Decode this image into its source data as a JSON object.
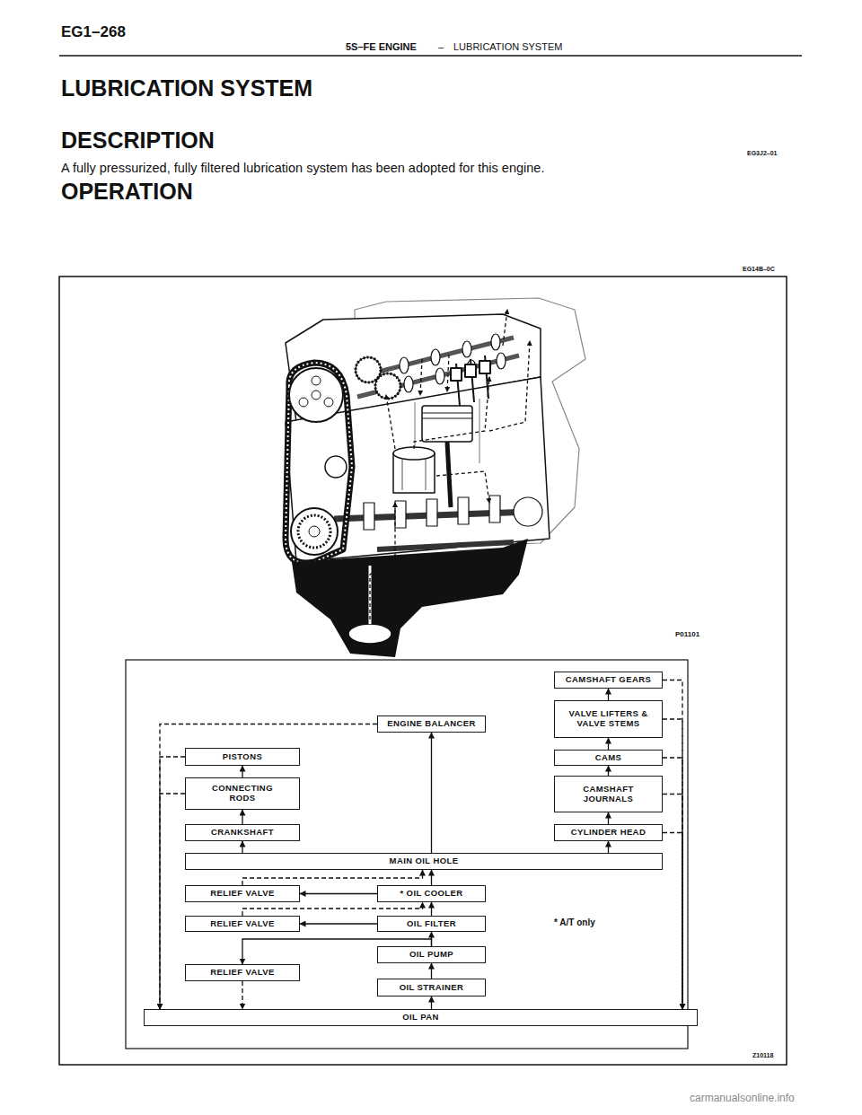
{
  "diagram": {
    "title": "LUBRICATION SYSTEM",
    "nodes": [
      {
        "text": [
          "CAMSHAFT GEARS"
        ]
      },
      {
        "text": [
          "ENGINE BALANCER"
        ]
      },
      {
        "text": [
          "VALVE LIFTERS & VALVE STEMS"
        ]
      },
      {
        "text": [
          "PISTONS"
        ]
      },
      {
        "text": [
          "CAMS"
        ]
      },
      {
        "text": [
          "CONNECTING RODS"
        ]
      },
      {
        "text": [
          "CAMSHAFT JOURNALS"
        ]
      },
      {
        "text": [
          "CRANKSHAFT"
        ]
      },
      {
        "text": [
          "CYLINDER HEAD"
        ]
      },
      {
        "text": [
          "MAIN OIL HOLE"
        ]
      },
      {
        "text": [
          "RELIEF VALVE"
        ]
      },
      {
        "text": [
          "* OIL COOLER"
        ]
      },
      {
        "text": [
          "RELIEF VALVE"
        ]
      },
      {
        "text": [
          "OIL FILTER"
        ]
      },
      {
        "text": [
          "OIL PUMP"
        ]
      },
      {
        "text": [
          "RELIEF VALVE"
        ]
      },
      {
        "text": [
          "OIL STRAINER"
        ]
      },
      {
        "text": [
          "OIL PAN"
        ]
      }
    ],
    "edges": [
      {
        "from": 17,
        "to": 16,
        "arrow": "to"
      },
      {
        "from": 16,
        "to": 14,
        "arrow": "to"
      },
      {
        "from": 14,
        "to": 13,
        "arrow": "to"
      },
      {
        "from": 14,
        "to": 15,
        "arrow": "to"
      },
      {
        "from": 15,
        "to": 17,
        "arrow": "to"
      },
      {
        "from": 13,
        "to": 12,
        "arrow": "to"
      },
      {
        "from": 12,
        "to": 11,
        "arrow": "to"
      },
      {
        "from": 13,
        "to": 11,
        "arrow": "to"
      },
      {
        "from": 11,
        "to": 10,
        "arrow": "to"
      },
      {
        "from": 10,
        "to": 9,
        "arrow": "to"
      },
      {
        "from": 11,
        "to": 9,
        "arrow": "to"
      },
      {
        "from": 9,
        "to": 7,
        "arrow": "to"
      },
      {
        "from": 7,
        "to": 5,
        "arrow": "to"
      },
      {
        "from": 5,
        "to": 3,
        "arrow": "to"
      },
      {
        "from": 9,
        "to": 1,
        "arrow": "to"
      },
      {
        "from": 9,
        "to": 8,
        "arrow": "to"
      },
      {
        "from": 8,
        "to": 6,
        "arrow": "to"
      },
      {
        "from": 6,
        "to": 4,
        "arrow": "to"
      },
      {
        "from": 4,
        "to": 2,
        "arrow": "to"
      },
      {
        "from": 2,
        "to": 0,
        "arrow": "to"
      },
      {
        "from": 3,
        "to": 17,
        "arrow": "to"
      },
      {
        "from": 5,
        "to": 17,
        "arrow": "to"
      },
      {
        "from": 1,
        "to": 17,
        "arrow": "to"
      },
      {
        "from": 0,
        "to": 17,
        "arrow": "to"
      },
      {
        "from": 2,
        "to": 17,
        "arrow": "to"
      },
      {
        "from": 4,
        "to": 17,
        "arrow": "to"
      },
      {
        "from": 6,
        "to": 17,
        "arrow": "to"
      },
      {
        "from": 8,
        "to": 17,
        "arrow": "to"
      }
    ],
    "labels": [
      "EG1–268",
      "5S–FE ENGINE",
      "–",
      "LUBRICATION SYSTEM",
      "DESCRIPTION",
      "A fully pressurized, fully filtered lubrication system has been adopted for this engine.",
      "OPERATION",
      "EG3J2–01",
      "EG14B–0C",
      "P01101",
      "* A/T only",
      "Z10118",
      "carmanualsonline.info"
    ]
  }
}
